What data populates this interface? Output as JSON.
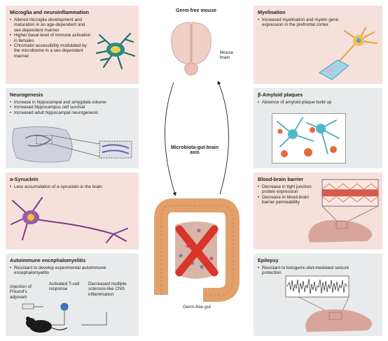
{
  "center": {
    "top_label": "Germ-free mouse",
    "brain_label_line1": "Mouse",
    "brain_label_line2": "brain",
    "axis_line1": "Microbiota-gut-brain",
    "axis_line2": "axis",
    "bottom_label": "Germ-free gut"
  },
  "panels": {
    "microglia": {
      "title": "Microglia and neuroinflammation",
      "bullets": [
        "Altered microglia development and maturation in an age-dependent and sex-dependent manner",
        "Higher basal level of immune activation in females",
        "Chromatin accessibility modulated by the microbiome in a sex-dependent manner"
      ]
    },
    "neurogenesis": {
      "title": "Neurogenesis",
      "bullets": [
        "Increase in hippocampal and amygdala volume",
        "Increased hippocampus cell survival",
        "Increased adult hippocampal neurogenesis"
      ]
    },
    "synuclein": {
      "title": "α-Synuclein",
      "bullets": [
        "Less accumulation of α-synuclein in the brain"
      ]
    },
    "autoimmune": {
      "title": "Autoimmune encephalomyelitis",
      "bullets": [
        "Resistant to develop experimental autoimmune encephalomyelitis"
      ],
      "step1": "Injection of Freund's adjuvant",
      "step2": "Activated T-cell response",
      "step3": "Decreased multiple sclerosis-like CNS inflammation"
    },
    "myelination": {
      "title": "Myelination",
      "bullets": [
        "Increased myelination and myelin gene expression in the prefrontal cortex"
      ]
    },
    "amyloid": {
      "title": "β-Amyloid plaques",
      "bullets": [
        "Absence of amyloid plaque build up"
      ]
    },
    "bbb": {
      "title": "Blood-brain barrier",
      "bullets": [
        "Decrease in tight junction protein expression",
        "Decrease in blood-brain barrier permeability"
      ]
    },
    "epilepsy": {
      "title": "Epilepsy",
      "bullets": [
        "Resistant to ketogenic-diet-mediated seizure protection"
      ]
    }
  },
  "colors": {
    "pink_panel": "#f6e0dc",
    "gray_panel": "#e9eaeb",
    "red_x": "#d9352a",
    "brain": "#f0cfc4",
    "colon": "#e3a06a"
  }
}
